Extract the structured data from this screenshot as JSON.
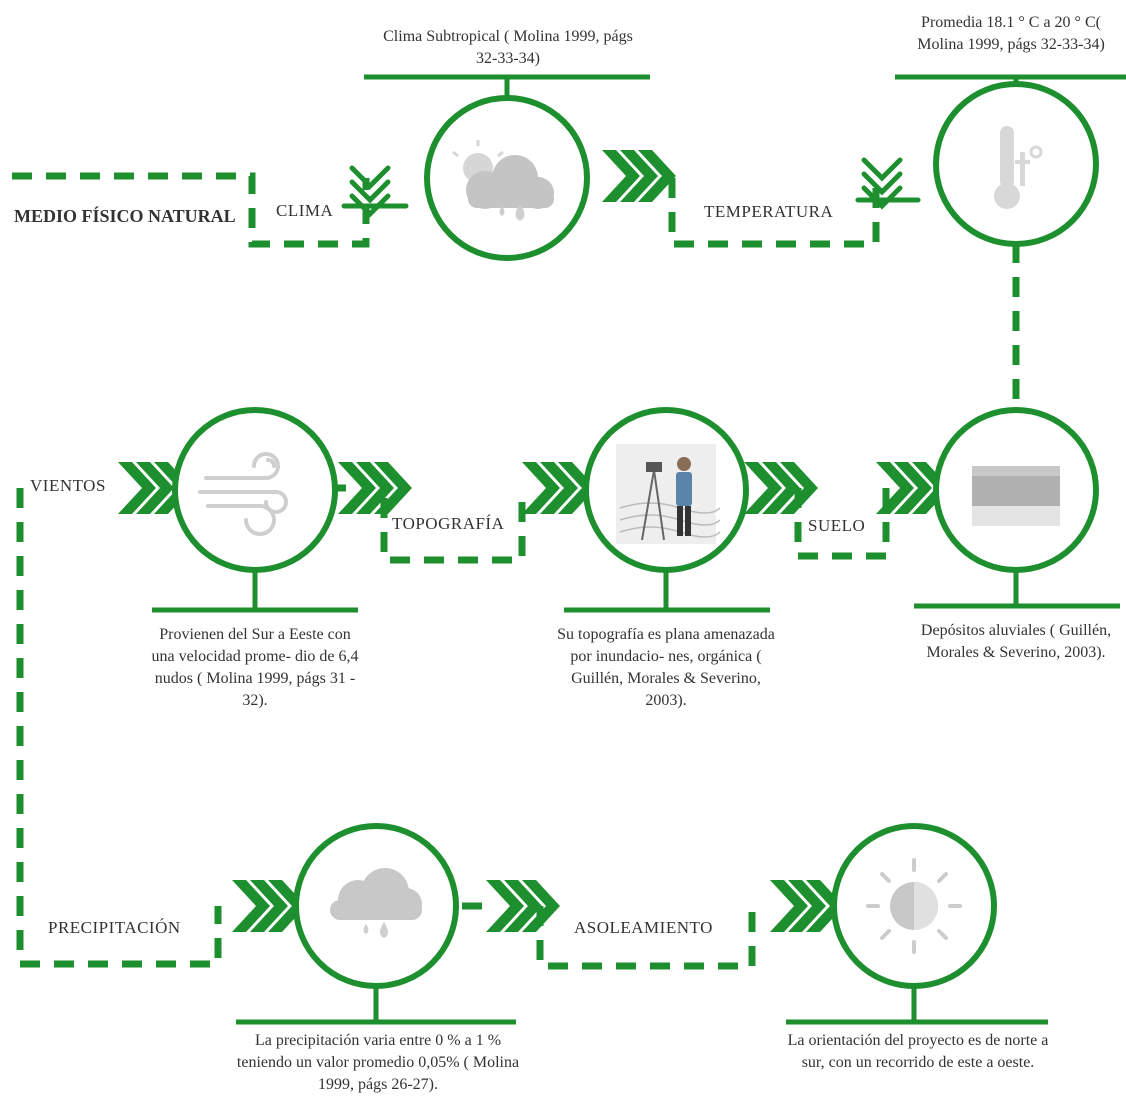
{
  "colors": {
    "accent": "#1e8f2e",
    "icon_gray": "#bbbbbb",
    "text": "#333333"
  },
  "root_label": "MEDIO FÍSICO NATURAL",
  "nodes": {
    "clima": {
      "label": "CLIMA",
      "icon": "cloud-sun-rain-icon",
      "description": "Clima Subtropical ( Molina 1999, págs 32-33-34)"
    },
    "temperatura": {
      "label": "TEMPERATURA",
      "icon": "thermometer-icon",
      "description": "Promedia 18.1 ° C a 20 ° C( Molina 1999, págs 32-33-34)"
    },
    "vientos": {
      "label": "VIENTOS",
      "icon": "wind-icon",
      "description": "Provienen del Sur a Eeste con una velocidad prome- dio de 6,4 nudos ( Molina 1999, págs 31 - 32)."
    },
    "topografia": {
      "label": "TOPOGRAFÍA",
      "icon": "surveyor-icon",
      "description": "Su topografía es plana amenazada por inundacio- nes, orgánica ( Guillén, Morales & Severino, 2003)."
    },
    "suelo": {
      "label": "SUELO",
      "icon": "soil-layer-icon",
      "description": "Depósitos aluviales ( Guillén, Morales & Severino, 2003)."
    },
    "precipitacion": {
      "label": "PRECIPITACIÓN",
      "icon": "rain-cloud-icon",
      "description": "La precipitación varia entre 0 % a 1 % teniendo un valor promedio 0,05% ( Molina 1999, págs 26-27)."
    },
    "asoleamiento": {
      "label": "ASOLEAMIENTO",
      "icon": "sun-icon",
      "description": "La orientación del proyecto es de norte a sur, con un recorrido de este a oeste."
    }
  }
}
